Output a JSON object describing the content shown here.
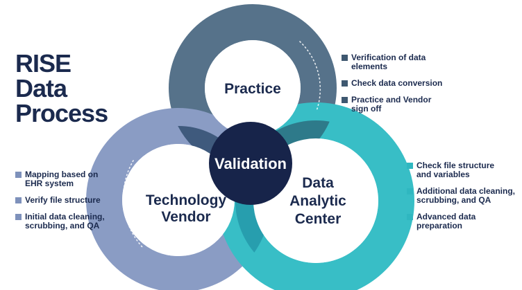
{
  "title": {
    "line1": "RISE",
    "line2": "Data",
    "line3": "Process"
  },
  "circles": {
    "practice": {
      "label": "Practice",
      "color": "#3e5870"
    },
    "vendor": {
      "label_line1": "Technology",
      "label_line2": "Vendor",
      "color": "#7e91bb"
    },
    "dac": {
      "label_line1": "Data",
      "label_line2": "Analytic",
      "label_line3": "Center",
      "color": "#2fb7c0"
    },
    "center": {
      "label": "Validation",
      "color": "#17244a"
    }
  },
  "lists": {
    "practice": [
      "Verification of data\nelements",
      "Check data conversion",
      "Practice and Vendor\nsign off"
    ],
    "vendor": [
      "Mapping based on\nEHR system",
      "Verify file structure",
      "Initial data cleaning,\nscrubbing, and QA"
    ],
    "dac": [
      "Check file structure\nand variables",
      "Additional data cleaning,\nscrubbing, and QA",
      "Advanced data\npreparation"
    ]
  }
}
